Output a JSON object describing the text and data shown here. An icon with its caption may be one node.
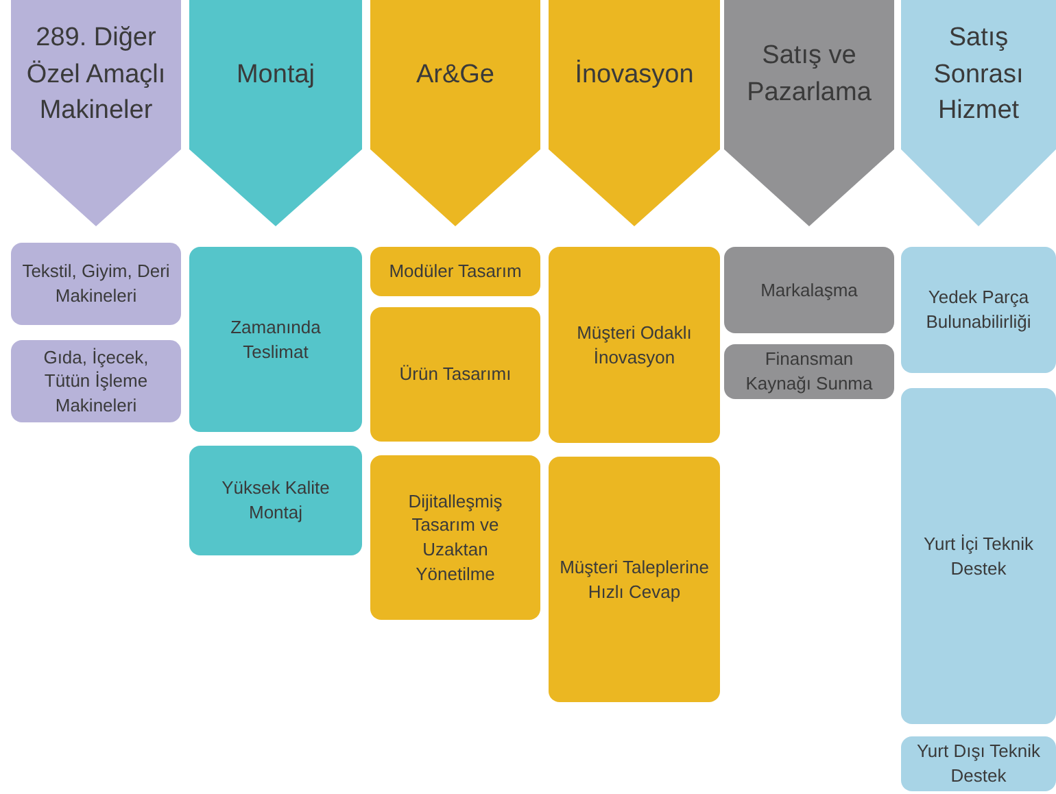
{
  "diagram": {
    "nodes": [
      {
        "text": [
          "289. Diğer Özel Amaçlı Makineler"
        ]
      },
      {
        "text": [
          "Montaj"
        ]
      },
      {
        "text": [
          "Ar&Ge"
        ]
      },
      {
        "text": [
          "İnovasyon"
        ]
      },
      {
        "text": [
          "Satış ve Pazarlama"
        ]
      },
      {
        "text": [
          "Satış Sonrası Hizmet"
        ]
      },
      {
        "text": [
          "Tekstil, Giyim, Deri Makineleri"
        ]
      },
      {
        "text": [
          "Gıda, İçecek, Tütün İşleme Makineleri"
        ]
      },
      {
        "text": [
          "Zamanında Teslimat"
        ]
      },
      {
        "text": [
          "Yüksek Kalite Montaj"
        ]
      },
      {
        "text": [
          "Modüler Tasarım"
        ]
      },
      {
        "text": [
          "Ürün Tasarımı"
        ]
      },
      {
        "text": [
          "Dijitalleşmiş Tasarım ve Uzaktan Yönetilme"
        ]
      },
      {
        "text": [
          "Müşteri Odaklı İnovasyon"
        ]
      },
      {
        "text": [
          "Müşteri Taleplerine Hızlı Cevap"
        ]
      },
      {
        "text": [
          "Markalaşma"
        ]
      },
      {
        "text": [
          "Finansman Kaynağı Sunma"
        ]
      },
      {
        "text": [
          "Yedek Parça Bulunabilirliği"
        ]
      },
      {
        "text": [
          "Yurt İçi Teknik Destek"
        ]
      },
      {
        "text": [
          "Yurt Dışı Teknik Destek"
        ]
      }
    ],
    "edges": []
  }
}
